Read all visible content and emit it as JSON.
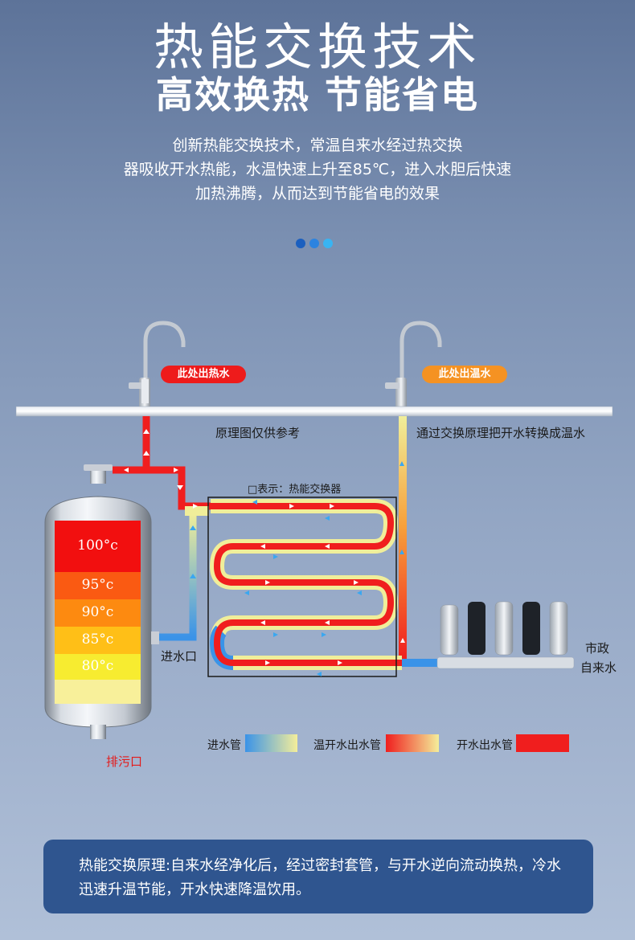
{
  "header": {
    "title": "热能交换技术",
    "subtitle": "高效换热 节能省电",
    "description_lines": [
      "创新热能交换技术，常温自来水经过热交换",
      "器吸收开水热能，水温快速上升至85℃，进入水胆后快速",
      "加热沸腾，从而达到节能省电的效果"
    ],
    "dot_colors": [
      "#1b5fbf",
      "#2b83e0",
      "#39b4f2"
    ]
  },
  "diagram": {
    "hot_outlet_tag": "此处出热水",
    "warm_outlet_tag": "此处出温水",
    "note": "原理图仅供参考",
    "conversion_label": "通过交换原理把开水转换成温水",
    "exchanger_label": "□表示：热能交换器",
    "inlet_label": "进水口",
    "drain_label": "排污口",
    "city_water_label_1": "市政",
    "city_water_label_2": "自来水",
    "tank_temps": [
      "100°c",
      "95°c",
      "90°c",
      "85°c",
      "80°c"
    ],
    "tank_colors": [
      "#f20f0f",
      "#fa5a12",
      "#fd8a10",
      "#ffbf17",
      "#f7ec30",
      "#f8f09a"
    ],
    "colors": {
      "hot": "#f01e1e",
      "cold": "#3a93e8",
      "tag_hot": "#ee1b1b",
      "tag_warm": "#f59222"
    }
  },
  "legend": [
    {
      "label": "进水管",
      "gradient": [
        "#3a93e8",
        "#f4ee9a"
      ]
    },
    {
      "label": "温开水出水管",
      "gradient": [
        "#f01e1e",
        "#f4ee9a"
      ]
    },
    {
      "label": "开水出水管",
      "gradient": [
        "#f01e1e",
        "#f01e1e"
      ]
    }
  ],
  "footer": {
    "text": "热能交换原理:自来水经净化后，经过密封套管，与开水逆向流动换热，冷水迅速升温节能，开水快速降温饮用。"
  }
}
